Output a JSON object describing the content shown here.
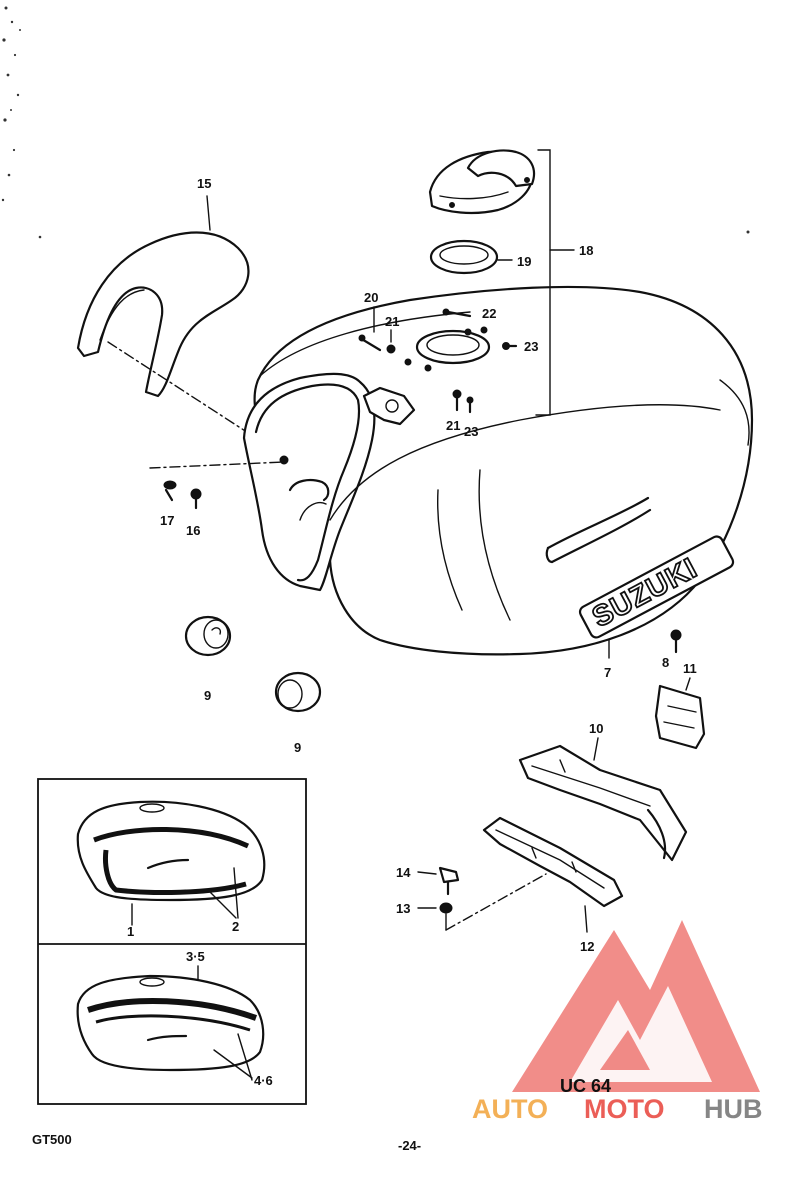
{
  "labels": {
    "p1": "1",
    "p2": "2",
    "p35": "3·5",
    "p46": "4·6",
    "p7": "7",
    "p8": "8",
    "p9a": "9",
    "p9b": "9",
    "p10": "10",
    "p11": "11",
    "p12": "12",
    "p13": "13",
    "p14": "14",
    "p15": "15",
    "p16": "16",
    "p17": "17",
    "p18": "18",
    "p19": "19",
    "p20": "20",
    "p21a": "21",
    "p21b": "21",
    "p22": "22",
    "p23a": "23",
    "p23b": "23"
  },
  "emblem_text": "SUZUKI",
  "stamp_text": "UC 64",
  "footer": {
    "model": "GT500",
    "page": "-24-"
  },
  "watermark": {
    "auto": "AUTO",
    "moto": "MOTO",
    "hub": "HUB"
  },
  "colors": {
    "line": "#111111",
    "watermark_red": "#e8423a",
    "watermark_orange": "#f2a33a",
    "watermark_gray": "#7a7a7a"
  }
}
